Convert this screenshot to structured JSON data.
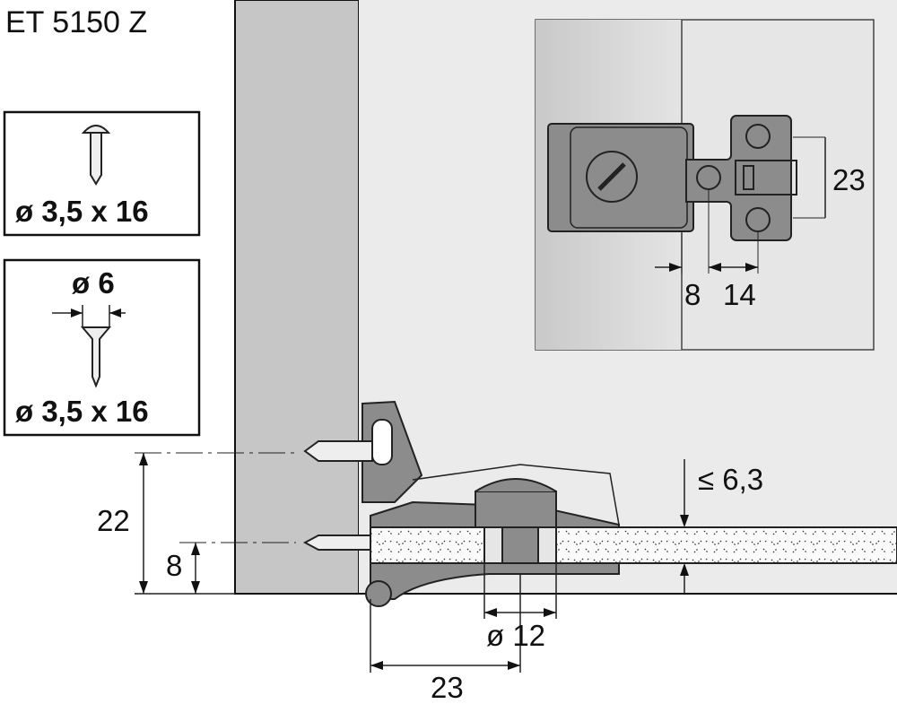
{
  "title": "ET 5150 Z",
  "screw_box_1": {
    "label": "ø 3,5 x 16"
  },
  "screw_box_2": {
    "head_label": "ø 6",
    "label": "ø 3,5 x 16"
  },
  "hinge_detail": {
    "dim_height": "23",
    "dim_left": "8",
    "dim_right": "14"
  },
  "section": {
    "dim_22": "22",
    "dim_8": "8",
    "dim_gap": "≤ 6,3",
    "dim_dia": "ø 12",
    "dim_23": "23"
  },
  "colors": {
    "panel": "#c6c6c6",
    "background": "#ebebeb",
    "part": "#8c8c8c"
  }
}
